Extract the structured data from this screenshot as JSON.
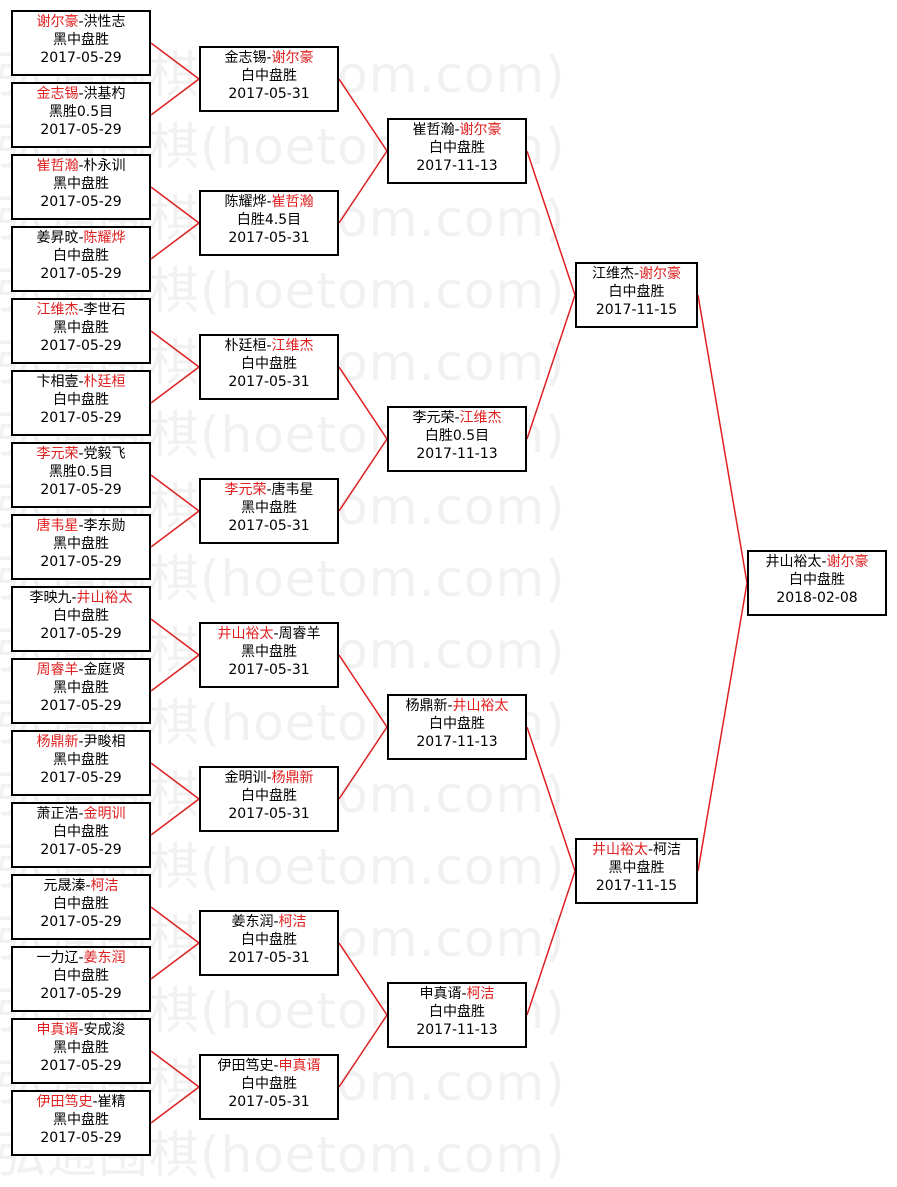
{
  "watermark": "弘通围棋(hoetom.com)",
  "colors": {
    "winner": "#e02020",
    "line": "#e02020",
    "border": "#000000"
  },
  "rounds": [
    [
      {
        "p1": "谢尔豪",
        "p2": "洪性志",
        "winner": 1,
        "result": "黑中盘胜",
        "date": "2017-05-29"
      },
      {
        "p1": "金志锡",
        "p2": "洪基杓",
        "winner": 1,
        "result": "黑胜0.5目",
        "date": "2017-05-29"
      },
      {
        "p1": "崔哲瀚",
        "p2": "朴永训",
        "winner": 1,
        "result": "黑中盘胜",
        "date": "2017-05-29"
      },
      {
        "p1": "姜昇旼",
        "p2": "陈耀烨",
        "winner": 2,
        "result": "白中盘胜",
        "date": "2017-05-29"
      },
      {
        "p1": "江维杰",
        "p2": "李世石",
        "winner": 1,
        "result": "黑中盘胜",
        "date": "2017-05-29"
      },
      {
        "p1": "卞相壹",
        "p2": "朴廷桓",
        "winner": 2,
        "result": "白中盘胜",
        "date": "2017-05-29"
      },
      {
        "p1": "李元荣",
        "p2": "党毅飞",
        "winner": 1,
        "result": "黑胜0.5目",
        "date": "2017-05-29"
      },
      {
        "p1": "唐韦星",
        "p2": "李东勋",
        "winner": 1,
        "result": "黑中盘胜",
        "date": "2017-05-29"
      },
      {
        "p1": "李映九",
        "p2": "井山裕太",
        "winner": 2,
        "result": "白中盘胜",
        "date": "2017-05-29"
      },
      {
        "p1": "周睿羊",
        "p2": "金庭贤",
        "winner": 1,
        "result": "黑中盘胜",
        "date": "2017-05-29"
      },
      {
        "p1": "杨鼎新",
        "p2": "尹畯相",
        "winner": 1,
        "result": "黑中盘胜",
        "date": "2017-05-29"
      },
      {
        "p1": "萧正浩",
        "p2": "金明训",
        "winner": 2,
        "result": "白中盘胜",
        "date": "2017-05-29"
      },
      {
        "p1": "元晟溱",
        "p2": "柯洁",
        "winner": 2,
        "result": "白中盘胜",
        "date": "2017-05-29"
      },
      {
        "p1": "一力辽",
        "p2": "姜东润",
        "winner": 2,
        "result": "白中盘胜",
        "date": "2017-05-29"
      },
      {
        "p1": "申真谞",
        "p2": "安成浚",
        "winner": 1,
        "result": "黑中盘胜",
        "date": "2017-05-29"
      },
      {
        "p1": "伊田笃史",
        "p2": "崔精",
        "winner": 1,
        "result": "黑中盘胜",
        "date": "2017-05-29"
      }
    ],
    [
      {
        "p1": "金志锡",
        "p2": "谢尔豪",
        "winner": 2,
        "result": "白中盘胜",
        "date": "2017-05-31"
      },
      {
        "p1": "陈耀烨",
        "p2": "崔哲瀚",
        "winner": 2,
        "result": "白胜4.5目",
        "date": "2017-05-31"
      },
      {
        "p1": "朴廷桓",
        "p2": "江维杰",
        "winner": 2,
        "result": "白中盘胜",
        "date": "2017-05-31"
      },
      {
        "p1": "李元荣",
        "p2": "唐韦星",
        "winner": 1,
        "result": "黑中盘胜",
        "date": "2017-05-31"
      },
      {
        "p1": "井山裕太",
        "p2": "周睿羊",
        "winner": 1,
        "result": "黑中盘胜",
        "date": "2017-05-31"
      },
      {
        "p1": "金明训",
        "p2": "杨鼎新",
        "winner": 2,
        "result": "白中盘胜",
        "date": "2017-05-31"
      },
      {
        "p1": "姜东润",
        "p2": "柯洁",
        "winner": 2,
        "result": "白中盘胜",
        "date": "2017-05-31"
      },
      {
        "p1": "伊田笃史",
        "p2": "申真谞",
        "winner": 2,
        "result": "白中盘胜",
        "date": "2017-05-31"
      }
    ],
    [
      {
        "p1": "崔哲瀚",
        "p2": "谢尔豪",
        "winner": 2,
        "result": "白中盘胜",
        "date": "2017-11-13"
      },
      {
        "p1": "李元荣",
        "p2": "江维杰",
        "winner": 2,
        "result": "白胜0.5目",
        "date": "2017-11-13"
      },
      {
        "p1": "杨鼎新",
        "p2": "井山裕太",
        "winner": 2,
        "result": "白中盘胜",
        "date": "2017-11-13"
      },
      {
        "p1": "申真谞",
        "p2": "柯洁",
        "winner": 2,
        "result": "白中盘胜",
        "date": "2017-11-13"
      }
    ],
    [
      {
        "p1": "江维杰",
        "p2": "谢尔豪",
        "winner": 2,
        "result": "白中盘胜",
        "date": "2017-11-15"
      },
      {
        "p1": "井山裕太",
        "p2": "柯洁",
        "winner": 1,
        "result": "黑中盘胜",
        "date": "2017-11-15"
      }
    ],
    [
      {
        "p1": "井山裕太",
        "p2": "谢尔豪",
        "winner": 2,
        "result": "白中盘胜",
        "date": "2018-02-08"
      }
    ]
  ]
}
